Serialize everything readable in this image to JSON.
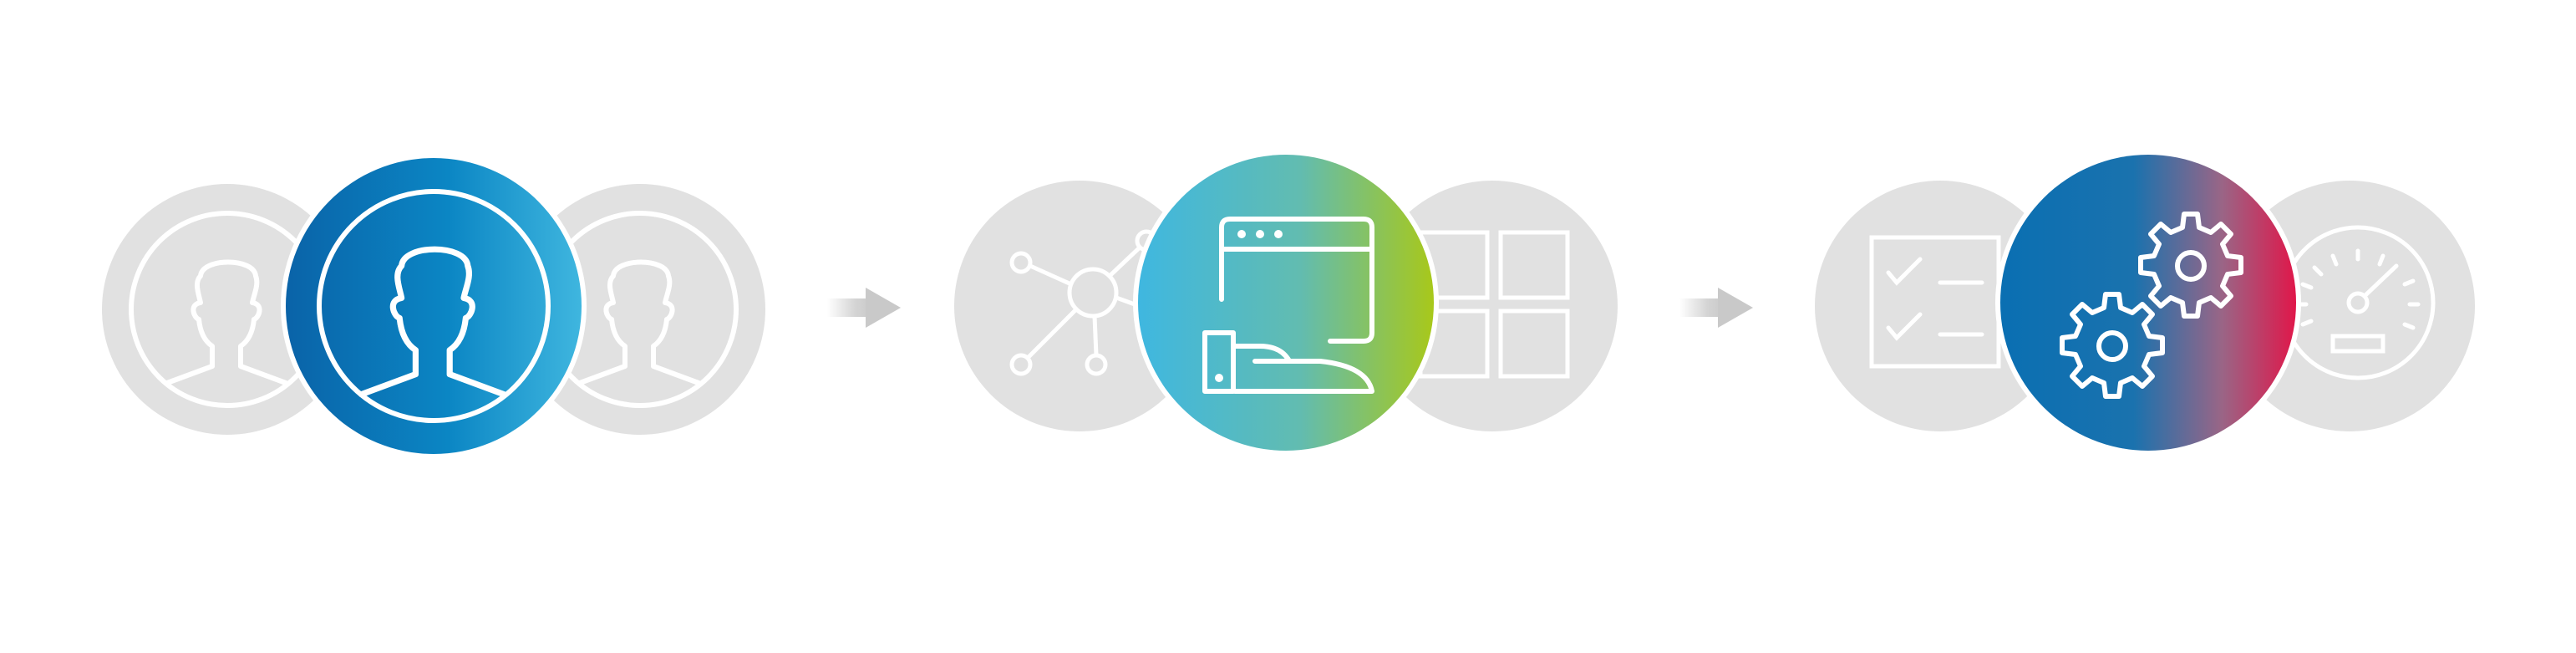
{
  "diagram": {
    "groups": [
      {
        "id": "people",
        "left_icon": "person-icon",
        "center_icon": "person-icon",
        "right_icon": "person-icon",
        "center_gradient": [
          "#0a63a8",
          "#0b86c4",
          "#3fb6df"
        ]
      },
      {
        "id": "platform",
        "left_icon": "network-icon",
        "center_icon": "browser-devices-icon",
        "right_icon": "grid-icon",
        "center_gradient": [
          "#3fb7e0",
          "#62bcb0",
          "#a8c81a"
        ]
      },
      {
        "id": "operations",
        "left_icon": "checklist-icon",
        "center_icon": "gears-icon",
        "right_icon": "speedometer-icon",
        "center_gradient": [
          "#0a6fb2",
          "#8d6b8c",
          "#e0174a"
        ]
      }
    ],
    "connectors": [
      "arrow-right-icon",
      "arrow-right-icon"
    ],
    "colors": {
      "circle_gray": "#e1e1e1",
      "stroke_white": "#ffffff",
      "arrow_gray": "#d0d0d0"
    }
  }
}
